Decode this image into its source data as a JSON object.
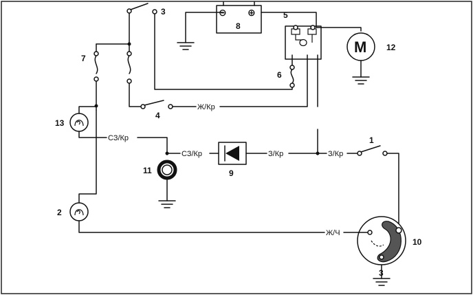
{
  "wires": {
    "zh_kr_top": "Ж/Кр",
    "sz_kr_left": "СЗ/Кр",
    "sz_kr_right": "СЗ/Кр",
    "z_kr_diode": "З/Кр",
    "z_kr_switch": "З/Кр",
    "zh_ch": "Ж/Ч"
  },
  "components": {
    "n1": "1",
    "n2": "2",
    "n3_switch": "3",
    "n3_ground": "3",
    "n4": "4",
    "n5": "5",
    "n6": "6",
    "n7": "7",
    "n8": "8",
    "n9": "9",
    "n10": "10",
    "n11": "11",
    "n12": "12",
    "n13": "13"
  },
  "symbols": {
    "minus": "⊖",
    "plus": "⊕",
    "motor": "M"
  }
}
